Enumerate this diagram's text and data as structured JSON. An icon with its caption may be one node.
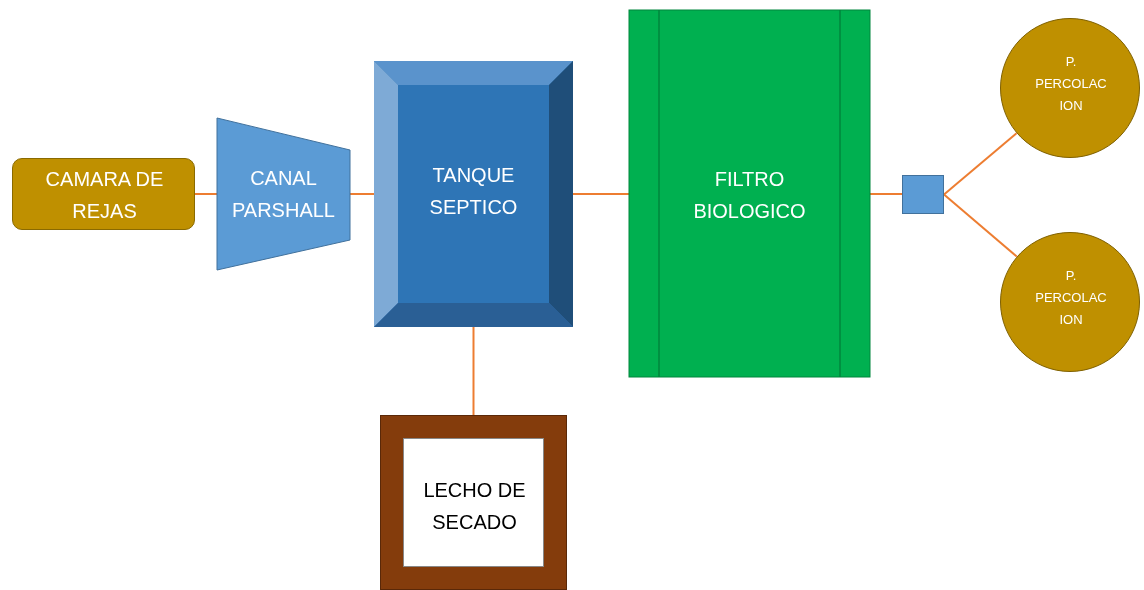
{
  "diagram": {
    "nodes": [
      {
        "text": [
          "CAMARA DE REJAS"
        ]
      },
      {
        "text": [
          "CANAL PARSHALL"
        ]
      },
      {
        "text": [
          "TANQUE SEPTICO"
        ]
      },
      {
        "text": [
          "FILTRO BIOLOGICO"
        ]
      },
      {
        "text": [],
        "shape": "box"
      },
      {
        "text": [
          "P. PERCOLACION"
        ]
      },
      {
        "text": [
          "P. PERCOLACION"
        ]
      },
      {
        "text": [
          "LECHO DE SECADO"
        ]
      }
    ],
    "edges": [
      {
        "from": 0,
        "to": 1,
        "arrow": "none"
      },
      {
        "from": 1,
        "to": 2,
        "arrow": "none"
      },
      {
        "from": 2,
        "to": 3,
        "arrow": "none"
      },
      {
        "from": 3,
        "to": 4,
        "arrow": "none"
      },
      {
        "from": 4,
        "to": 5,
        "arrow": "none"
      },
      {
        "from": 4,
        "to": 6,
        "arrow": "none"
      },
      {
        "from": 2,
        "to": 7,
        "arrow": "none"
      }
    ]
  }
}
